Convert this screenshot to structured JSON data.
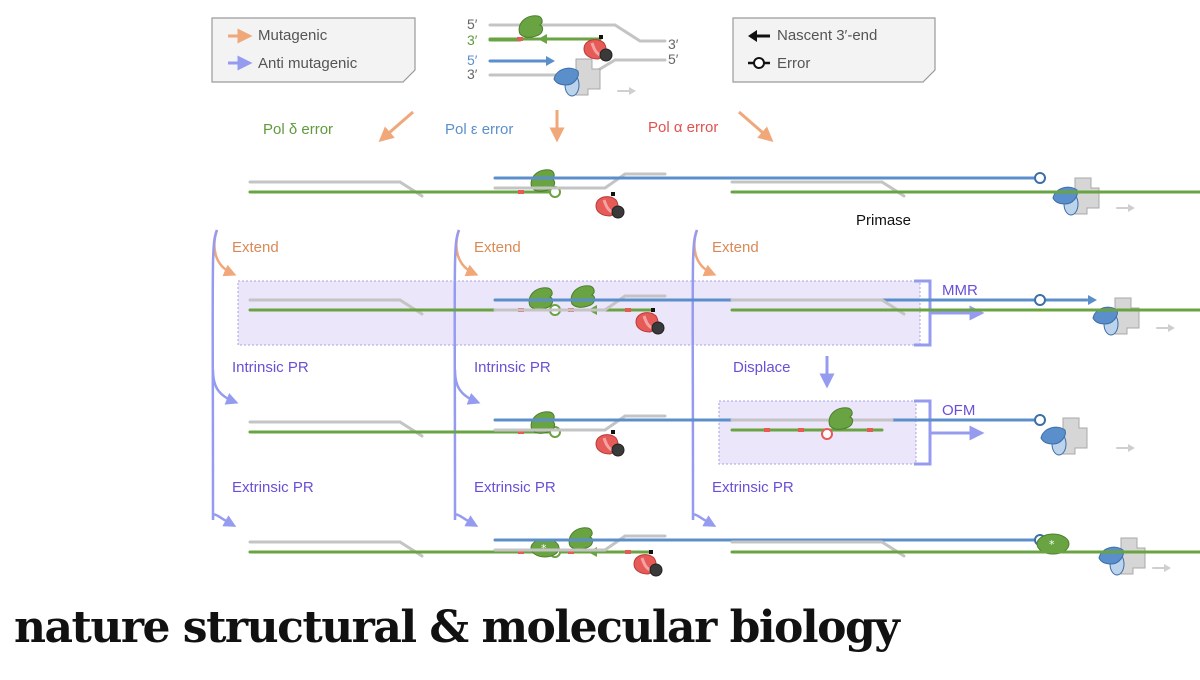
{
  "legend_left": {
    "items": [
      {
        "label": "Mutagenic",
        "color": "#f0a77a"
      },
      {
        "label": "Anti mutagenic",
        "color": "#959cf0"
      }
    ]
  },
  "legend_right": {
    "items": [
      {
        "label": "Nascent 3′-end",
        "icon": "arrow-icon"
      },
      {
        "label": "Error",
        "icon": "error-circle-icon"
      }
    ]
  },
  "top_fork": {
    "strand_labels": [
      "5′",
      "3′",
      "5′",
      "3′",
      "3′",
      "5′"
    ]
  },
  "columns": [
    {
      "error_label": "Pol δ error",
      "extend": "Extend",
      "intrinsic": "Intrinsic PR",
      "extrinsic": "Extrinsic PR"
    },
    {
      "error_label": "Pol ε error",
      "extend": "Extend",
      "intrinsic": "Intrinsic PR",
      "extrinsic": "Extrinsic PR"
    },
    {
      "error_label": "Pol α error",
      "extend": "Extend",
      "displace": "Displace",
      "extrinsic": "Extrinsic PR",
      "primase": "Primase"
    }
  ],
  "outcomes": {
    "mmr": "MMR",
    "ofm": "OFM"
  },
  "journal": "nature structural & molecular biology",
  "colors": {
    "mutagenic": "#f0a77a",
    "antimutagenic": "#959cf0",
    "pol_delta": "#6aa342",
    "pol_epsilon": "#5b8fcb",
    "pol_alpha": "#e65a57",
    "template": "#c4c4c4",
    "highlight_box": "#ece6fb"
  }
}
